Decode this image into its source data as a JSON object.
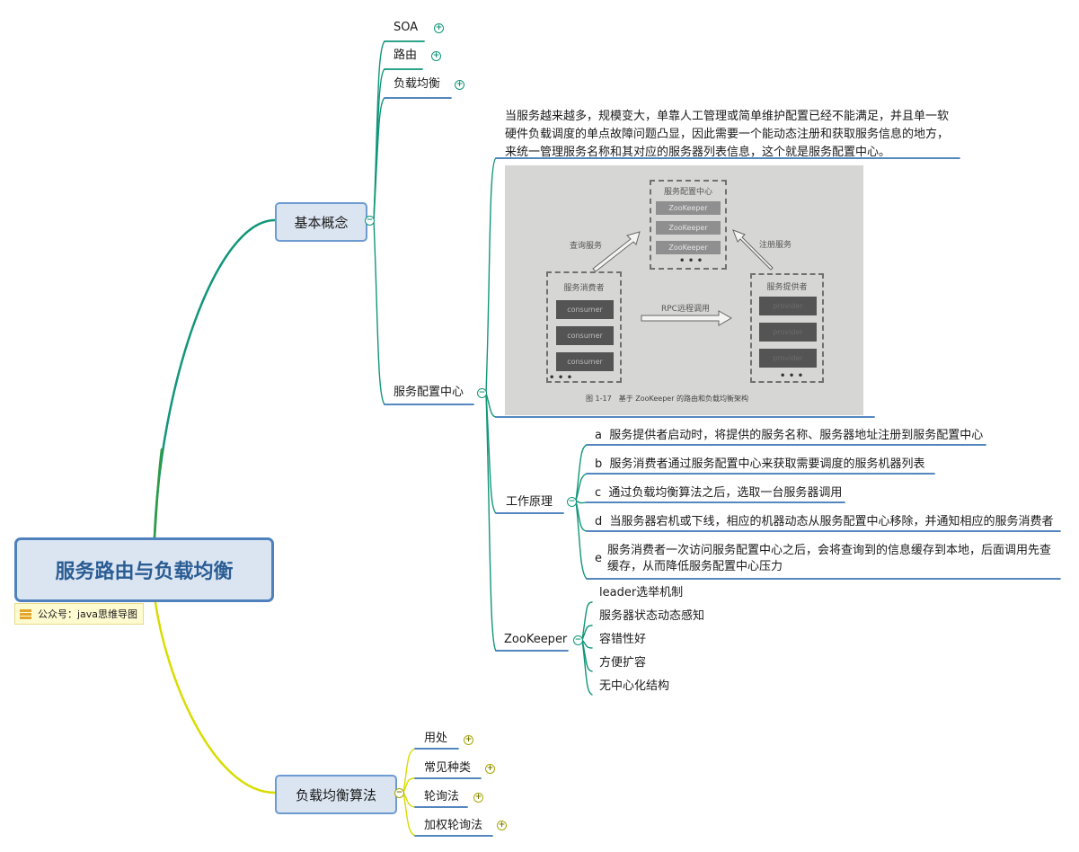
{
  "root": {
    "title": "服务路由与负载均衡"
  },
  "note": {
    "text": "公众号：java思维导图"
  },
  "basic": {
    "label": "基本概念",
    "children": {
      "soa": "SOA",
      "routing": "路由",
      "lb": "负载均衡"
    },
    "config_center": {
      "label": "服务配置中心",
      "description": "当服务越来越多，规模变大，单靠人工管理或简单维护配置已经不能满足，并且单一软硬件负载调度的单点故障问题凸显，因此需要一个能动态注册和获取服务信息的地方，来统一管理服务名称和其对应的服务器列表信息，这个就是服务配置中心。",
      "figure": {
        "center_title": "服务配置中心",
        "zk_items": [
          "ZooKeeper",
          "ZooKeeper",
          "ZooKeeper"
        ],
        "consumer_title": "服务消费者",
        "consumers": [
          "consumer",
          "consumer",
          "consumer"
        ],
        "provider_title": "服务提供者",
        "providers": [
          "provider",
          "provider",
          "provider"
        ],
        "query_label": "查询服务",
        "register_label": "注册服务",
        "rpc_label": "RPC远程调用",
        "ellipsis": "• • •",
        "caption": "图 1-17　基于 ZooKeeper 的路由和负载均衡架构"
      },
      "principle": {
        "label": "工作原理",
        "items": [
          {
            "tag": "a",
            "text": "服务提供者启动时，将提供的服务名称、服务器地址注册到服务配置中心"
          },
          {
            "tag": "b",
            "text": "服务消费者通过服务配置中心来获取需要调度的服务机器列表"
          },
          {
            "tag": "c",
            "text": "通过负载均衡算法之后，选取一台服务器调用"
          },
          {
            "tag": "d",
            "text": "当服务器宕机或下线，相应的机器动态从服务配置中心移除，并通知相应的服务消费者"
          },
          {
            "tag": "e",
            "line1": "服务消费者一次访问服务配置中心之后，会将查询到的信息缓存到本地，后面调用先查",
            "line2": "缓存，从而降低服务配置中心压力"
          }
        ]
      },
      "zookeeper": {
        "label": "ZooKeeper",
        "items": [
          "leader选举机制",
          "服务器状态动态感知",
          "容错性好",
          "方便扩容",
          "无中心化结构"
        ]
      }
    }
  },
  "algo": {
    "label": "负载均衡算法",
    "children": [
      "用处",
      "常见种类",
      "轮询法",
      "加权轮询法"
    ]
  },
  "toggles": {
    "expand": "+",
    "collapse": "−"
  },
  "colors": {
    "teal": "#11967a",
    "lime": "#2e9a43",
    "yellow": "#d9dc00",
    "blue": "#4f81bd",
    "underline_blue": "#3d76b7"
  }
}
